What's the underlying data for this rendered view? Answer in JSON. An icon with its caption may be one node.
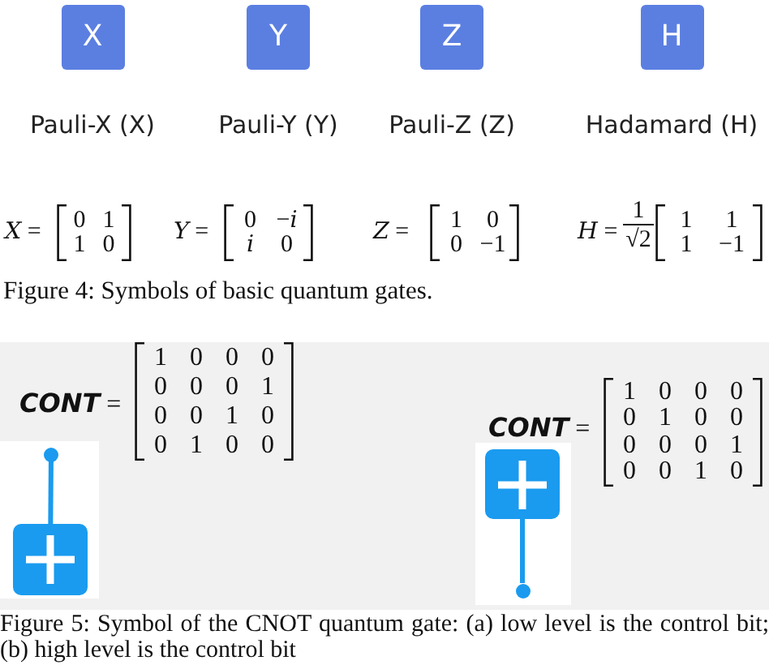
{
  "diagram": {
    "nodes": [
      {
        "text": [
          "X"
        ],
        "beside": [
          "Pauli-X (X)"
        ]
      },
      {
        "text": [
          "Y"
        ],
        "beside": [
          "Pauli-Y (Y)"
        ]
      },
      {
        "text": [
          "Z"
        ],
        "beside": [
          "Pauli-Z (Z)"
        ]
      },
      {
        "text": [
          "H"
        ],
        "beside": [
          "Hadamard (H)"
        ]
      },
      {
        "text": [],
        "shape": "circle"
      },
      {
        "text": [],
        "shape": "box"
      },
      {
        "text": [],
        "shape": "box"
      },
      {
        "text": [],
        "shape": "circle"
      }
    ],
    "edges": [
      {
        "from": 4,
        "to": 5,
        "arrow": "none"
      },
      {
        "from": 7,
        "to": 6,
        "arrow": "none"
      }
    ],
    "labels": [
      "*X* =",
      "0 1",
      "1 0",
      "*Y* =",
      "0 −*i*",
      "*i* 0",
      "*Z* =",
      "1 0",
      "0 −1",
      "*H* =",
      "1",
      "√2",
      "1 1",
      "1 −1",
      "Figure 4: Symbols of basic quantum gates.",
      "**CONT** =",
      "1 0 0 0",
      "0 0 0 1",
      "0 0 1 0",
      "0 1 0 0",
      "**CONT** =",
      "1 0 0 0",
      "0 1 0 0",
      "0 0 0 1",
      "0 0 1 0",
      "Figure 5: Symbol of the CNOT quantum gate: (a) low level is the control bit; (b) high level is the control bit"
    ]
  }
}
